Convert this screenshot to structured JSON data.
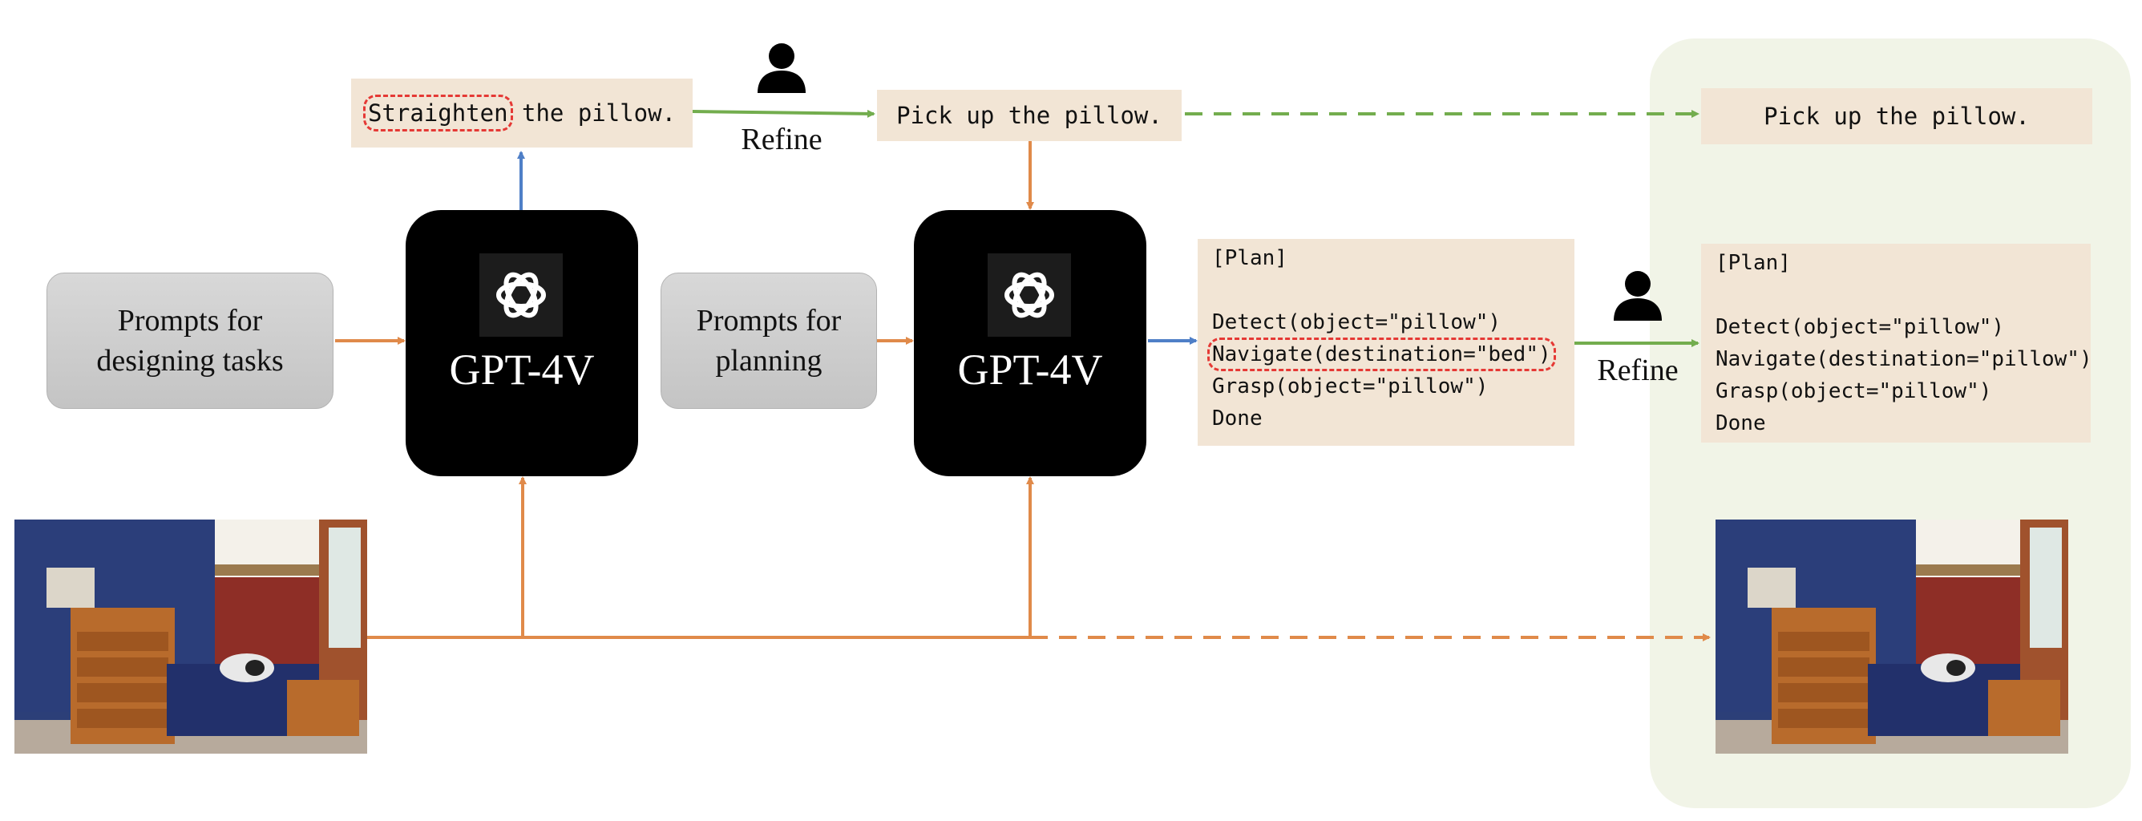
{
  "prompts": {
    "designing": "Prompts for designing tasks",
    "planning": "Prompts for planning"
  },
  "models": {
    "first": "GPT-4V",
    "second": "GPT-4V"
  },
  "task": {
    "original_verb": "Straighten",
    "original_rest": " the pillow.",
    "refined": "Pick up the pillow.",
    "final": "Pick up the pillow."
  },
  "refine_label_1": "Refine",
  "refine_label_2": "Refine",
  "initial_plan": [
    "[Plan]",
    "",
    "Detect(object=\"pillow\")",
    "Navigate(destination=\"bed\")",
    "Grasp(object=\"pillow\")",
    "Done"
  ],
  "final_plan": [
    "[Plan]",
    "",
    "Detect(object=\"pillow\")",
    "Navigate(destination=\"pillow\")",
    "Grasp(object=\"pillow\")",
    "Done"
  ],
  "icons": {
    "model": "openai-logo-icon",
    "human": "user-icon"
  },
  "colors": {
    "orange_arrow": "#e08a4a",
    "blue_arrow": "#4f7fc7",
    "green_arrow": "#73ad4e",
    "highlight": "#e53935",
    "output_panel": "#f1f4e7",
    "text_box": "#f2e5d5"
  }
}
